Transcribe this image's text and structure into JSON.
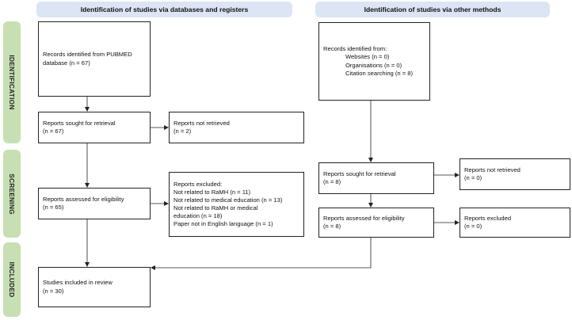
{
  "headers": {
    "left": "Identification of studies via databases and registers",
    "right": "Identification of studies via other methods"
  },
  "phases": {
    "identification": "IDENTIFICATION",
    "screening": "SCREENING",
    "included": "INCLUDED"
  },
  "left": {
    "records_identified": "Records identified from PUBMED\ndatabase (n = 67)",
    "sought": "Reports sought for retrieval\n(n = 67)",
    "not_retrieved": "Reports not retrieved\n(n = 2)",
    "assessed": "Reports assessed for eligibility\n(n = 65)",
    "excluded": "Reports excluded:\nNot related to RaMH (n = 11)\nNot related to medical education (n = 13)\nNot related to RaMH or medical\neducation (n = 18)\nPaper not in English language (n = 1)",
    "included": "Studies included in review\n(n = 30)"
  },
  "right": {
    "records_identified_title": "Records identified from:",
    "records_identified_items": "Websites (n = 0)\nOrganisations (n = 0)\nCitation searching (n = 8)",
    "sought": "Reports sought for retrieval\n(n = 8)",
    "not_retrieved": "Reports not retrieved\n(n = 0)",
    "assessed": "Reports assessed for eligibility\n(n = 8)",
    "excluded": "Reports excluded\n(n = 0)"
  }
}
